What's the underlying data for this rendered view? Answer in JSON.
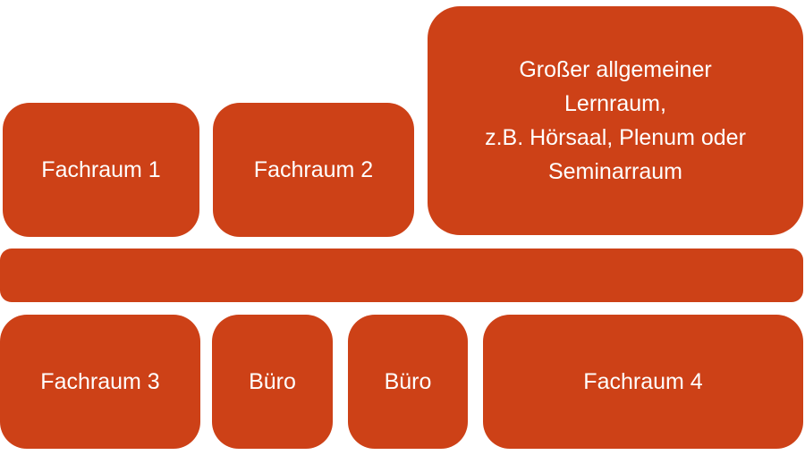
{
  "colors": {
    "room_fill": "#cd4117",
    "room_text": "#ffffff",
    "background": "#ffffff"
  },
  "rooms": {
    "fachraum_1": {
      "label": "Fachraum 1"
    },
    "fachraum_2": {
      "label": "Fachraum 2"
    },
    "lernraum": {
      "label": "Großer allgemeiner\nLernraum,\nz.B. Hörsaal, Plenum oder\nSeminarraum"
    },
    "corridor": {
      "label": ""
    },
    "fachraum_3": {
      "label": "Fachraum 3"
    },
    "buero_1": {
      "label": "Büro"
    },
    "buero_2": {
      "label": "Büro"
    },
    "fachraum_4": {
      "label": "Fachraum 4"
    }
  }
}
